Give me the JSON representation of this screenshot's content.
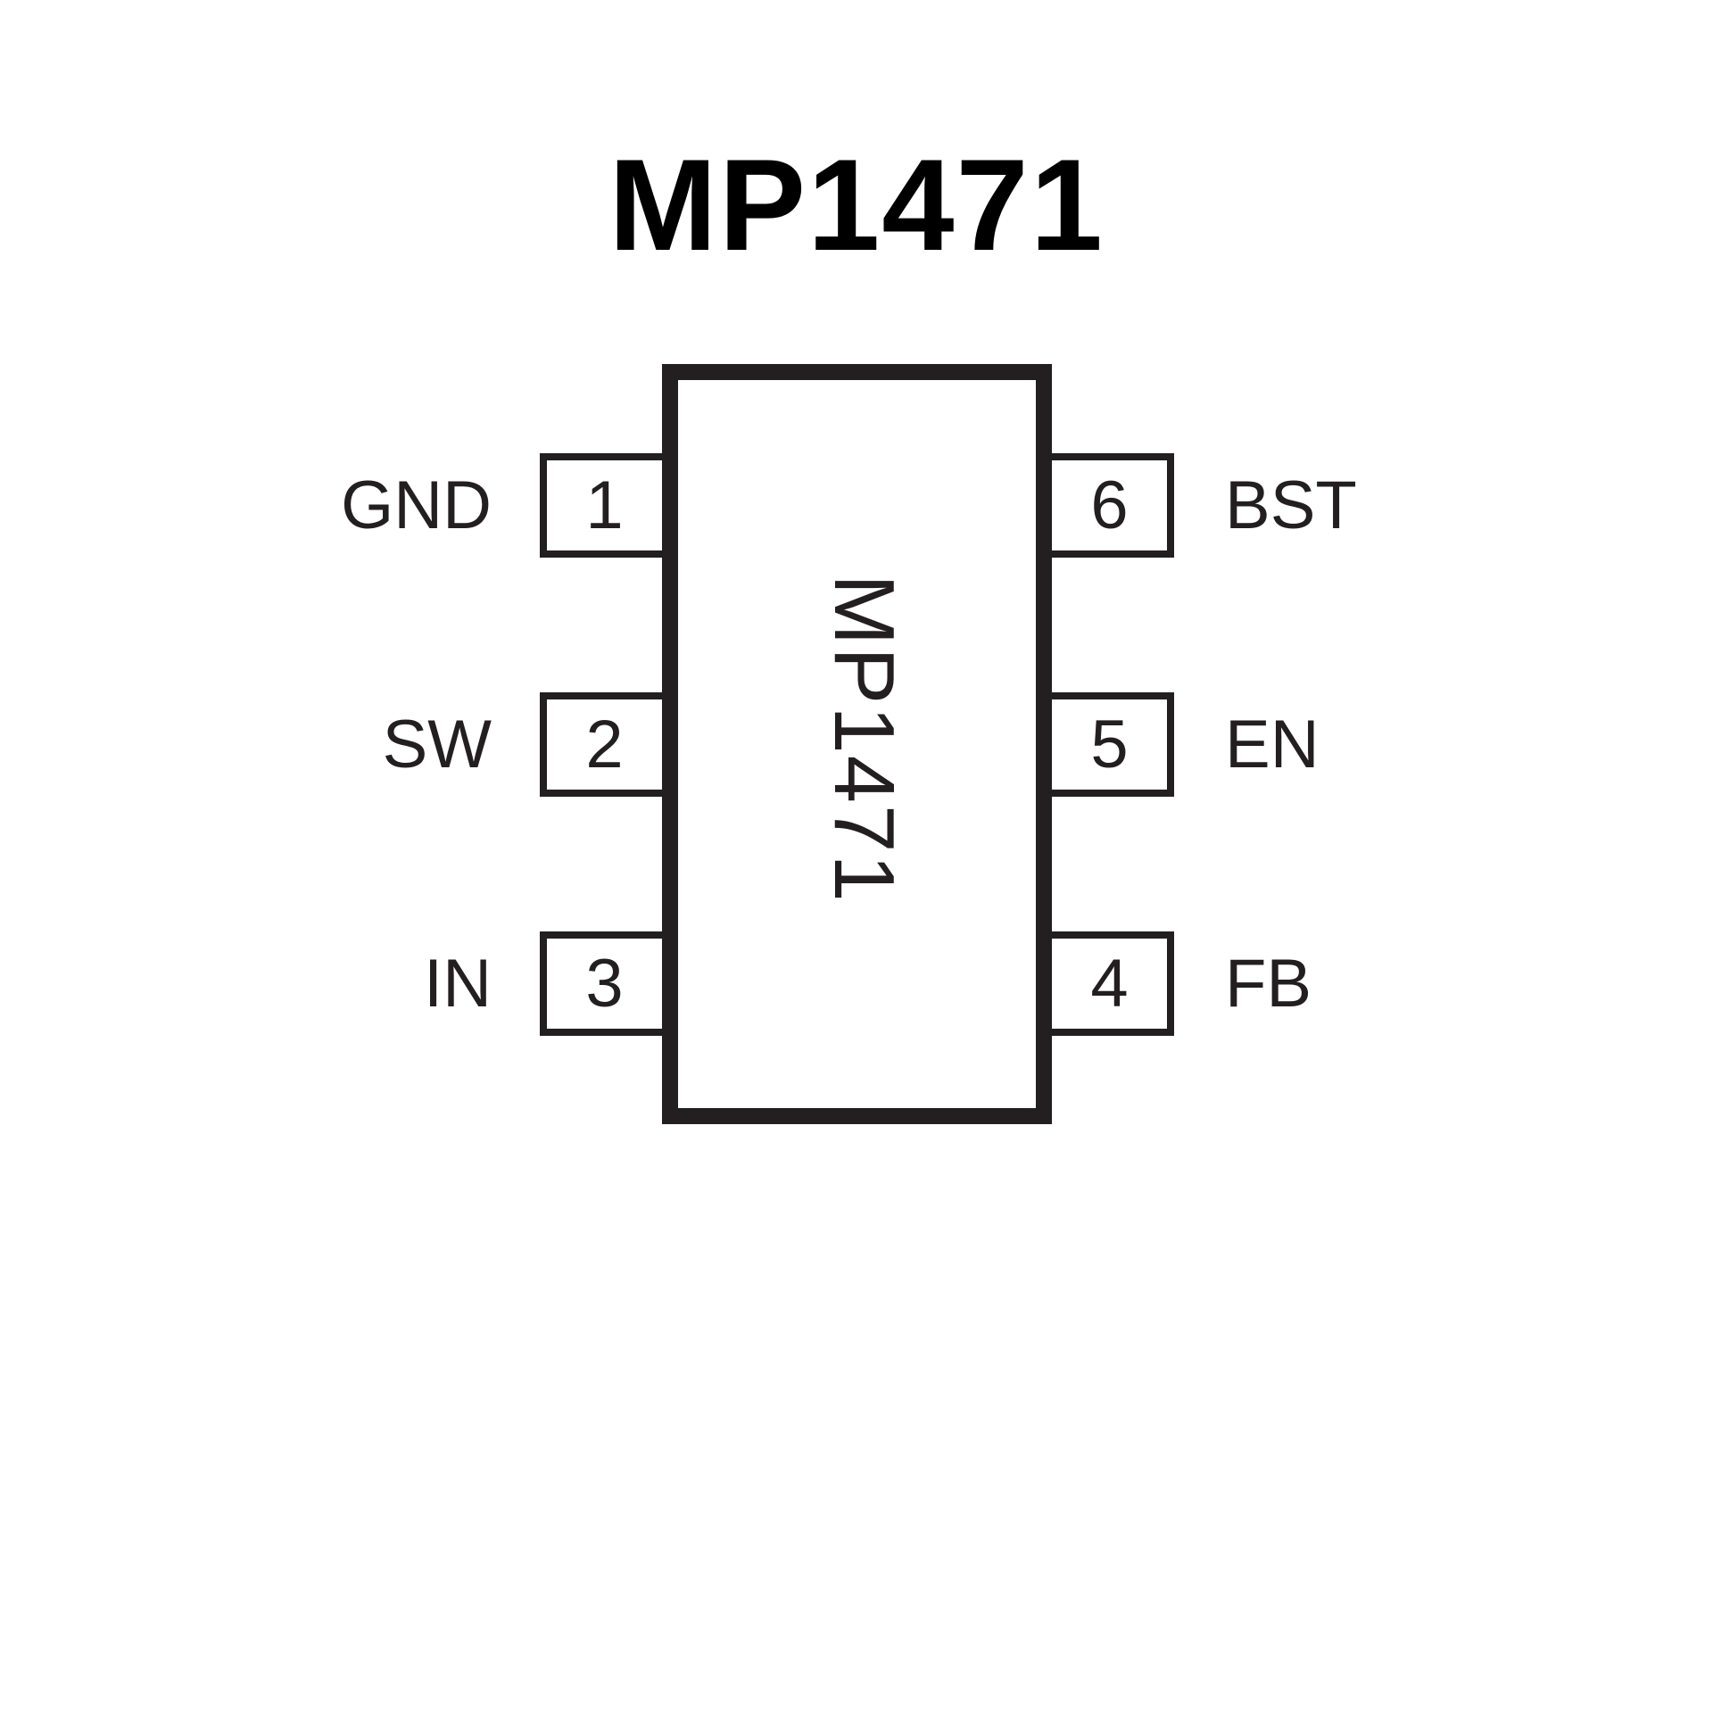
{
  "title": "MP1471",
  "package": {
    "body_label": "MP1471",
    "left_pins": [
      {
        "number": "1",
        "name": "GND"
      },
      {
        "number": "2",
        "name": "SW"
      },
      {
        "number": "3",
        "name": "IN"
      }
    ],
    "right_pins": [
      {
        "number": "6",
        "name": "BST"
      },
      {
        "number": "5",
        "name": "EN"
      },
      {
        "number": "4",
        "name": "FB"
      }
    ]
  },
  "colors": {
    "ink": "#231f20",
    "background": "#ffffff"
  }
}
